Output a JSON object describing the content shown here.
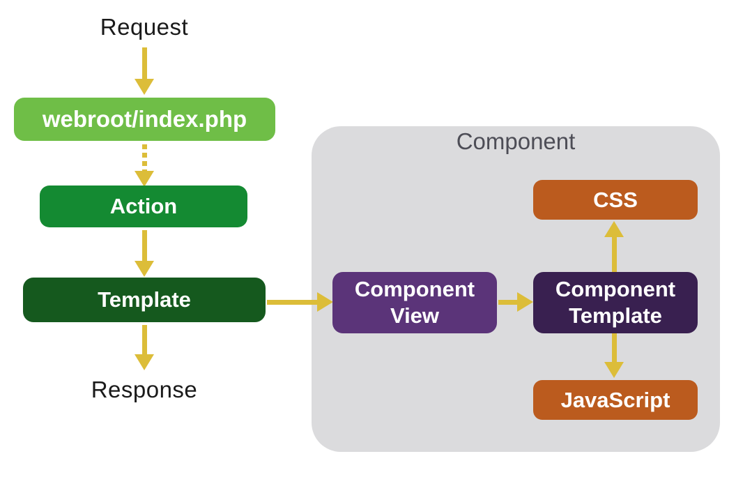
{
  "colors": {
    "arrow_gold": "#dcbd39",
    "webroot_green": "#6fbe47",
    "action_green": "#148a32",
    "template_green": "#15591e",
    "view_purple": "#5b3479",
    "template_purple": "#392050",
    "asset_orange": "#bb5b1e",
    "container_gray": "#dbdbdd",
    "container_title_gray": "#4d4d56",
    "flow_label_black": "#1a1a1a",
    "node_text_white": "#ffffff"
  },
  "flow": {
    "request_label": "Request",
    "response_label": "Response"
  },
  "nodes": {
    "webroot": {
      "label": "webroot/index.php"
    },
    "action": {
      "label": "Action"
    },
    "template": {
      "label": "Template"
    },
    "component_view": {
      "line1": "Component",
      "line2": "View"
    },
    "component_template": {
      "line1": "Component",
      "line2": "Template"
    },
    "css": {
      "label": "CSS"
    },
    "javascript": {
      "label": "JavaScript"
    }
  },
  "container": {
    "title": "Component"
  },
  "edges": [
    {
      "from": "request",
      "to": "webroot",
      "style": "solid",
      "direction": "down"
    },
    {
      "from": "webroot",
      "to": "action",
      "style": "dotted",
      "direction": "down"
    },
    {
      "from": "action",
      "to": "template",
      "style": "solid",
      "direction": "down"
    },
    {
      "from": "template",
      "to": "response",
      "style": "solid",
      "direction": "down"
    },
    {
      "from": "template",
      "to": "component_view",
      "style": "solid",
      "direction": "right"
    },
    {
      "from": "component_view",
      "to": "component_template",
      "style": "solid",
      "direction": "right"
    },
    {
      "from": "component_template",
      "to": "css",
      "style": "solid",
      "direction": "up"
    },
    {
      "from": "component_template",
      "to": "javascript",
      "style": "solid",
      "direction": "down"
    }
  ]
}
